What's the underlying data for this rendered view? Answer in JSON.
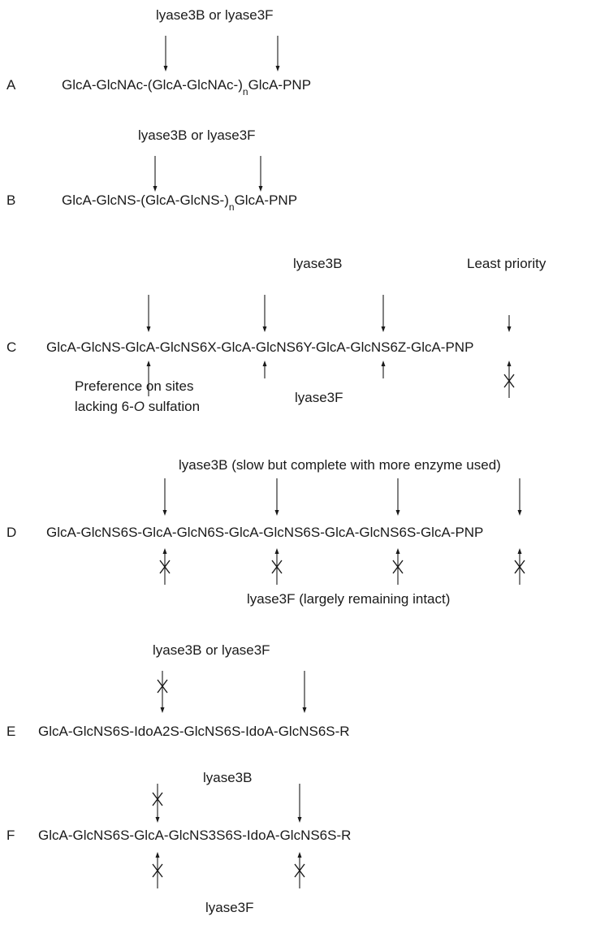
{
  "colors": {
    "ink": "#1a1a1a",
    "background": "#ffffff"
  },
  "panels": [
    {
      "label": "A",
      "sequence": {
        "pre": "GlcA-GlcNAc-(GlcA-GlcNAc-)",
        "sub": "n",
        "post": "GlcA-PNP"
      },
      "annotations": [
        "lyase3B or lyase3F"
      ]
    },
    {
      "label": "B",
      "sequence": {
        "pre": "GlcA-GlcNS-(GlcA-GlcNS-)",
        "sub": "n",
        "post": "GlcA-PNP"
      },
      "annotations": [
        "lyase3B or lyase3F"
      ]
    },
    {
      "label": "C",
      "sequence": {
        "pre": "GlcA-GlcNS-GlcA-GlcNS6X-GlcA-GlcNS6Y-GlcA-GlcNS6Z-GlcA-PNP",
        "sub": "",
        "post": ""
      },
      "annotations": [
        "lyase3B",
        "Least priority",
        "Preference on sites",
        "lacking 6-",
        "O",
        " sulfation",
        "lyase3F"
      ]
    },
    {
      "label": "D",
      "sequence": {
        "pre": "GlcA-GlcNS6S-GlcA-GlcN6S-GlcA-GlcNS6S-GlcA-GlcNS6S-GlcA-PNP",
        "sub": "",
        "post": ""
      },
      "annotations": [
        "lyase3B (slow but complete with more enzyme used)",
        "lyase3F (largely remaining intact)"
      ]
    },
    {
      "label": "E",
      "sequence": {
        "pre": "GlcA-GlcNS6S-IdoA2S-GlcNS6S-IdoA-GlcNS6S-R",
        "sub": "",
        "post": ""
      },
      "annotations": [
        "lyase3B or lyase3F"
      ]
    },
    {
      "label": "F",
      "sequence": {
        "pre": "GlcA-GlcNS6S-GlcA-GlcNS3S6S-IdoA-GlcNS6S-R",
        "sub": "",
        "post": ""
      },
      "annotations": [
        "lyase3B",
        "lyase3F"
      ]
    }
  ]
}
